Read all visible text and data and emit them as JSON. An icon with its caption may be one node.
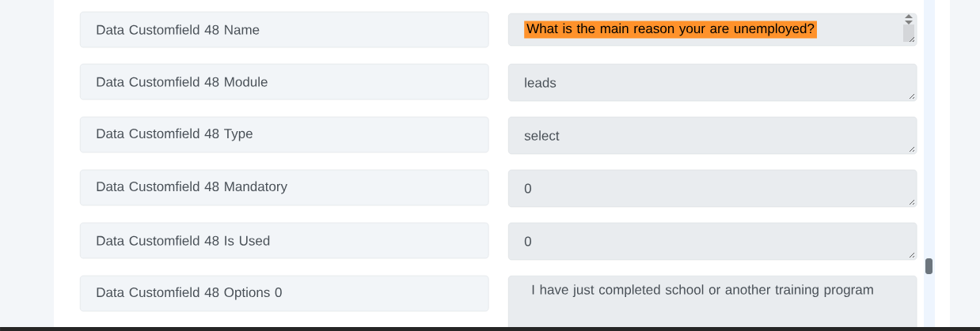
{
  "diagram": {
    "nodes": [
      {
        "text": [
          "Data Customfield 48 Name"
        ]
      },
      {
        "text": [
          "What is the main reason your are unemployed?"
        ]
      },
      {
        "text": [
          "Data Customfield 48 Module"
        ]
      },
      {
        "text": [
          "leads"
        ]
      },
      {
        "text": [
          "Data Customfield 48 Type"
        ]
      },
      {
        "text": [
          "select"
        ]
      },
      {
        "text": [
          "Data Customfield 48 Mandatory"
        ]
      },
      {
        "text": [
          "0"
        ]
      },
      {
        "text": [
          "Data Customfield 48 Is Used"
        ]
      },
      {
        "text": [
          "0"
        ]
      },
      {
        "text": [
          "Data Customfield 48 Options 0"
        ]
      },
      {
        "text": [
          "I have just completed school or another training program"
        ]
      }
    ]
  }
}
